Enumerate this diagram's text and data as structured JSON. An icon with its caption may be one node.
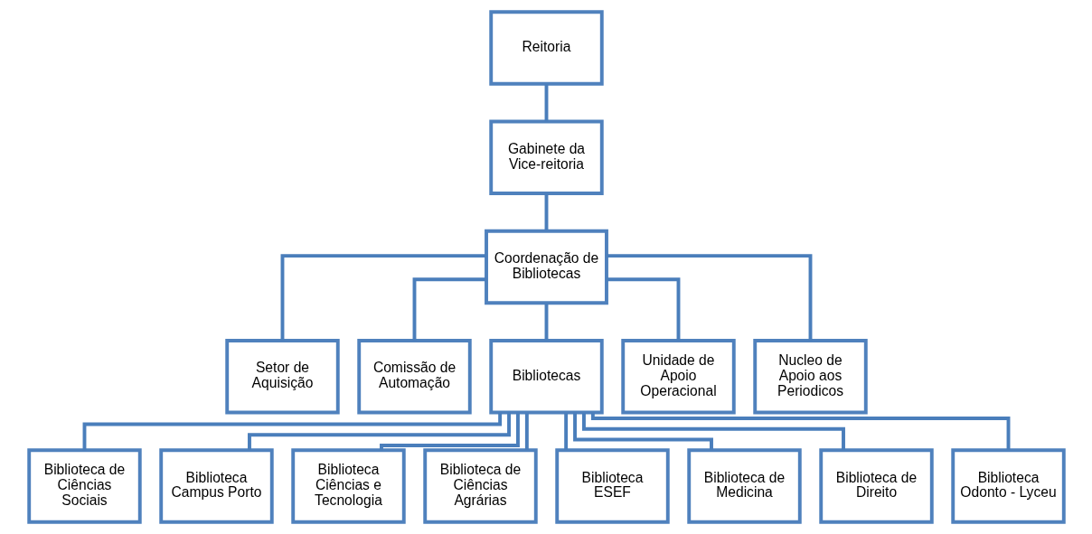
{
  "diagram": {
    "nodes": [
      {
        "text": [
          "Reitoria"
        ]
      },
      {
        "text": [
          "Gabinete da Vice-reitoria"
        ]
      },
      {
        "text": [
          "Coordenação de Bibliotecas"
        ]
      },
      {
        "text": [
          "Setor de Aquisição"
        ]
      },
      {
        "text": [
          "Comissão de Automação"
        ]
      },
      {
        "text": [
          "Bibliotecas"
        ]
      },
      {
        "text": [
          "Unidade de Apoio Operacional"
        ]
      },
      {
        "text": [
          "Nucleo de Apoio aos Periodicos"
        ]
      },
      {
        "text": [
          "Biblioteca de Ciências Sociais"
        ]
      },
      {
        "text": [
          "Biblioteca Campus Porto"
        ]
      },
      {
        "text": [
          "Biblioteca Ciências e Tecnologia"
        ]
      },
      {
        "text": [
          "Biblioteca de Ciências Agrárias"
        ]
      },
      {
        "text": [
          "Biblioteca ESEF"
        ]
      },
      {
        "text": [
          "Biblioteca de Medicina"
        ]
      },
      {
        "text": [
          "Biblioteca de Direito"
        ]
      },
      {
        "text": [
          "Biblioteca Odonto - Lyceu"
        ]
      }
    ],
    "edges": [
      {
        "from": 0,
        "to": 1,
        "arrow": "none"
      },
      {
        "from": 1,
        "to": 2,
        "arrow": "none"
      },
      {
        "from": 2,
        "to": 3,
        "arrow": "none"
      },
      {
        "from": 2,
        "to": 4,
        "arrow": "none"
      },
      {
        "from": 2,
        "to": 5,
        "arrow": "none"
      },
      {
        "from": 2,
        "to": 6,
        "arrow": "none"
      },
      {
        "from": 2,
        "to": 7,
        "arrow": "none"
      },
      {
        "from": 5,
        "to": 8,
        "arrow": "none"
      },
      {
        "from": 5,
        "to": 9,
        "arrow": "none"
      },
      {
        "from": 5,
        "to": 10,
        "arrow": "none"
      },
      {
        "from": 5,
        "to": 11,
        "arrow": "none"
      },
      {
        "from": 5,
        "to": 12,
        "arrow": "none"
      },
      {
        "from": 5,
        "to": 13,
        "arrow": "none"
      },
      {
        "from": 5,
        "to": 14,
        "arrow": "none"
      },
      {
        "from": 5,
        "to": 15,
        "arrow": "none"
      }
    ]
  }
}
